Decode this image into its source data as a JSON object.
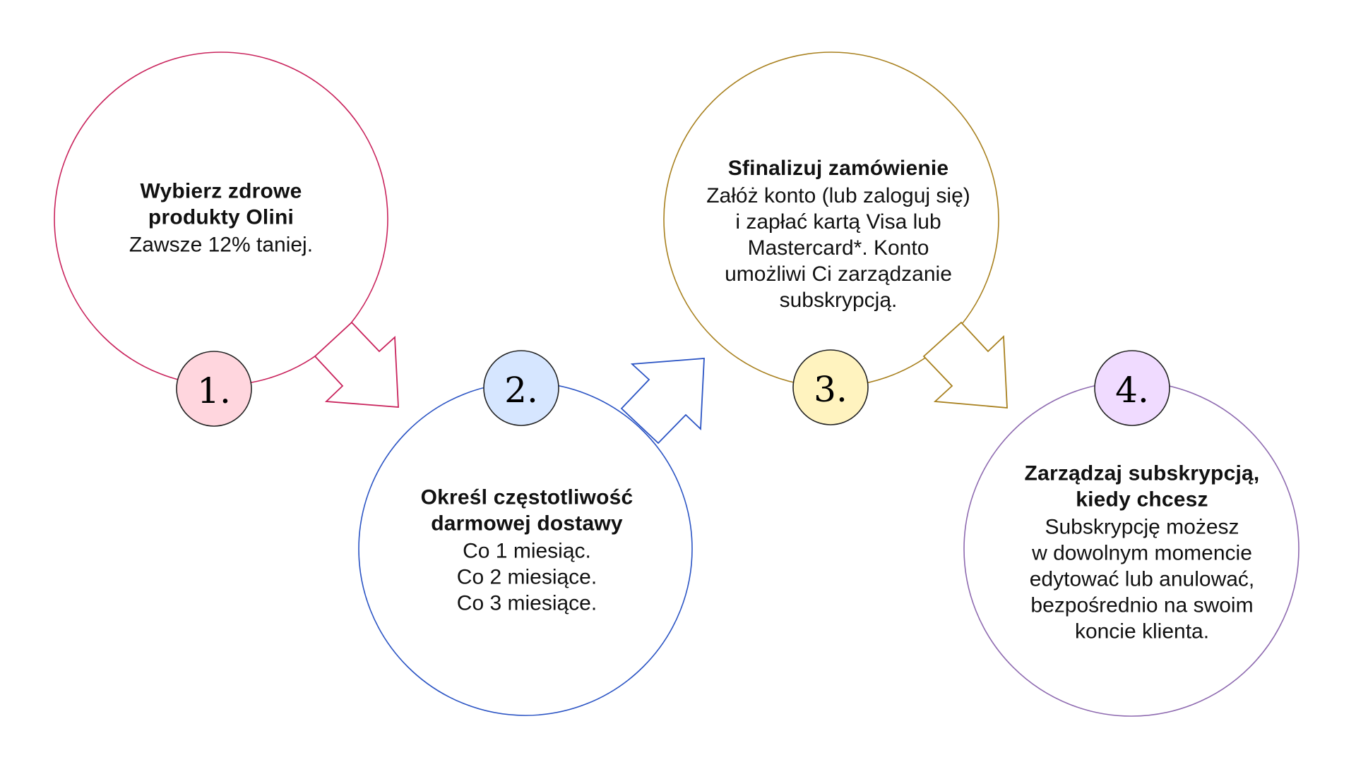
{
  "diagram": {
    "title": "",
    "steps": [
      {
        "number": "1.",
        "title": "Wybierz zdrowe\nprodukty Olini",
        "body": "Zawsze 12% taniej.",
        "stroke_color": "#C9235C",
        "badge_fill": "#FFD6DE"
      },
      {
        "number": "2.",
        "title": "Określ częstotliwość\ndarmowej dostawy",
        "body": "Co 1 miesiąc.\nCo 2 miesiące.\nCo 3 miesiące.",
        "stroke_color": "#2B54C4",
        "badge_fill": "#D6E6FF"
      },
      {
        "number": "3.",
        "title": "Sfinalizuj zamówienie",
        "body": "Załóż konto (lub zaloguj się)\ni zapłać kartą Visa lub\nMastercard*. Konto\numożliwi Ci zarządzanie\nsubskrypcją.",
        "stroke_color": "#A8801E",
        "badge_fill": "#FFF3BF"
      },
      {
        "number": "4.",
        "title": "Zarządzaj subskrypcją,\nkiedy chcesz",
        "body": "Subskrypcję możesz\nw dowolnym momencie\nedytować lub anulować,\nbezpośrednio na swoim\nkoncie klienta.",
        "stroke_color": "#8E6AB0",
        "badge_fill": "#F0DBFF"
      }
    ],
    "arrows": [
      {
        "from_step": 1,
        "to_step": 2,
        "direction": "down-right",
        "color": "#C9235C"
      },
      {
        "from_step": 2,
        "to_step": 3,
        "direction": "up-right",
        "color": "#2B54C4"
      },
      {
        "from_step": 3,
        "to_step": 4,
        "direction": "down-right",
        "color": "#A8801E"
      }
    ]
  }
}
